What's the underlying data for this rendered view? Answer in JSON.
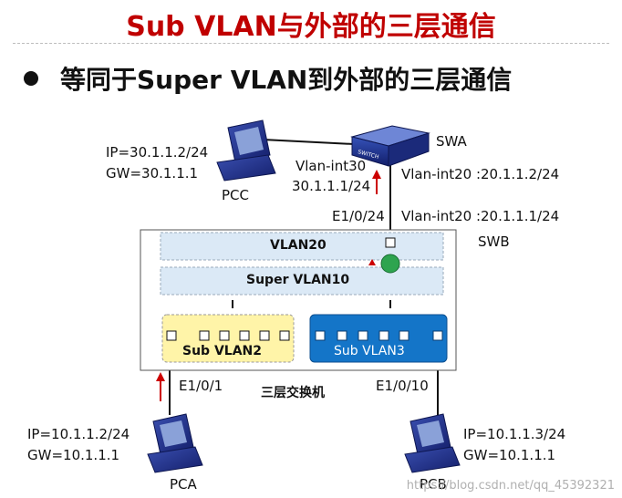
{
  "title": "Sub VLAN与外部的三层通信",
  "bullet": "等同于Super VLAN到外部的三层通信",
  "pcc": {
    "ip": "IP=30.1.1.2/24",
    "gw": "GW=30.1.1.1",
    "name": "PCC"
  },
  "swa": {
    "name": "SWA",
    "icon_text": "SWITCH"
  },
  "vlanint30": {
    "name": "Vlan-int30",
    "ip": "30.1.1.1/24"
  },
  "swa_int20": "Vlan-int20 :20.1.1.2/24",
  "swb_int20": "Vlan-int20 :20.1.1.1/24",
  "e1024": "E1/0/24",
  "swb": {
    "name": "SWB",
    "vlan20": "VLAN20",
    "supervlan": "Super VLAN10",
    "subvlan2": "Sub VLAN2",
    "subvlan3": "Sub VLAN3",
    "caption": "三层交换机"
  },
  "e101": "E1/0/1",
  "e1010": "E1/0/10",
  "pca": {
    "ip": "IP=10.1.1.2/24",
    "gw": "GW=10.1.1.1",
    "name": "PCA"
  },
  "pcb": {
    "ip": "IP=10.1.1.3/24",
    "gw": "GW=10.1.1.1",
    "name": "PCB"
  },
  "watermark": "https://blog.csdn.net/qq_45392321",
  "colors": {
    "title": "#c00000",
    "arrow": "#cc0000",
    "subvlan2": "#fff4a8",
    "subvlan3": "#1475c8",
    "vlanbar": "#dbe9f6",
    "router_dot": "#2ea44f"
  }
}
